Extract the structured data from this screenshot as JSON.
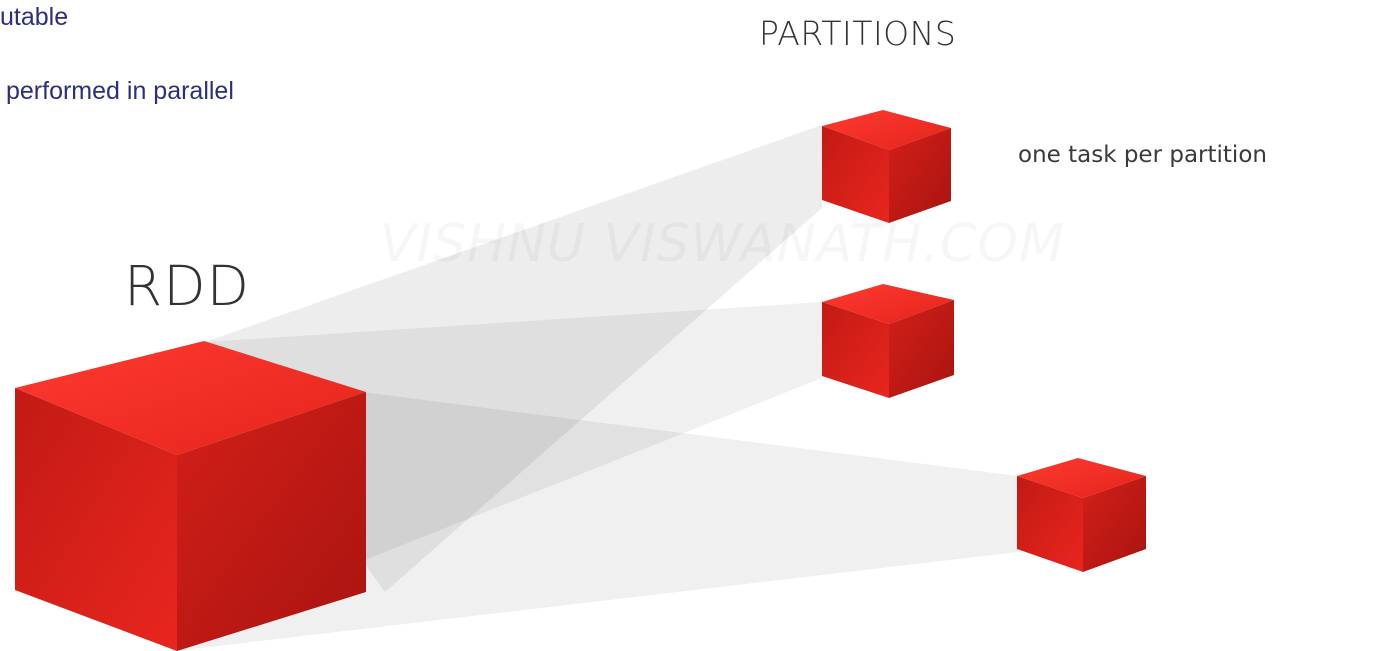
{
  "bullets": [
    "utable",
    "performed in parallel"
  ],
  "partitions_heading": "PARTITIONS",
  "rdd_label": "RDD",
  "partition_note": "one task per partition",
  "watermark": "VISHNU VISWANATH.COM",
  "colors": {
    "cube_top": "#f0302a",
    "cube_front": "#d8221c",
    "cube_side": "#b51712",
    "text_blue": "#2b2f7d",
    "text_gray": "#333333",
    "projection_shadow": "#bdbdbd"
  },
  "diagram": {
    "large_cube": "RDD",
    "partition_count": 3
  }
}
